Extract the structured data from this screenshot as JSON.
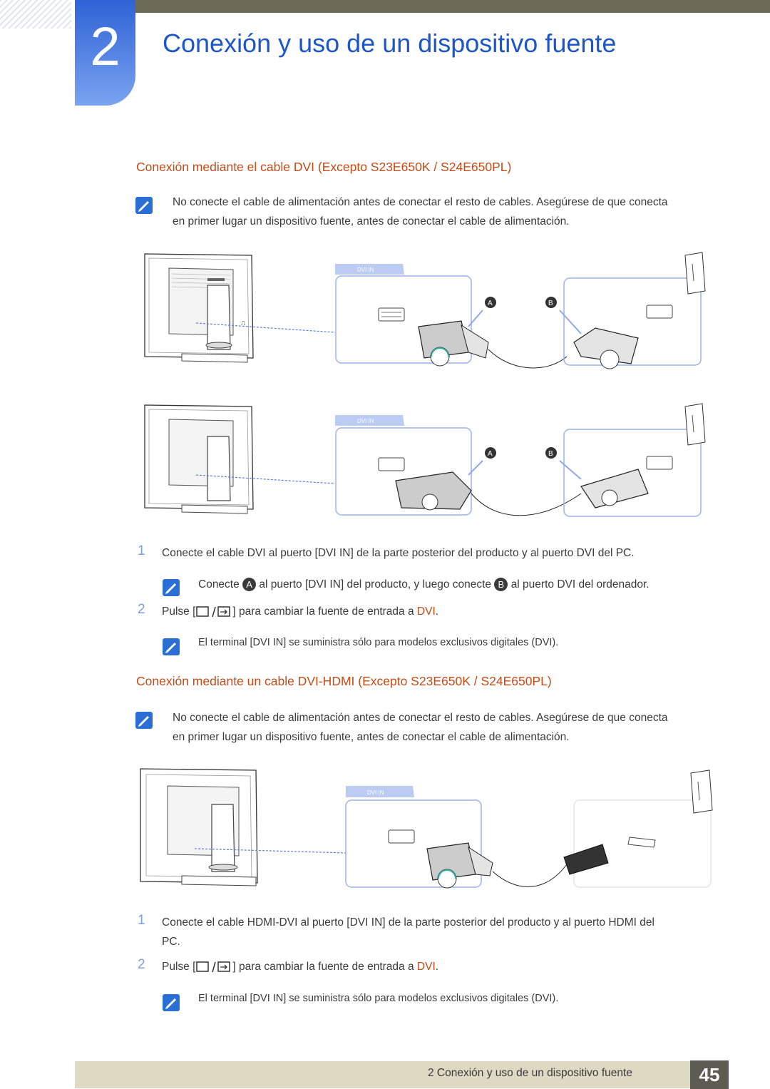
{
  "chapter": {
    "number": "2",
    "title": "Conexión y uso de un dispositivo fuente"
  },
  "section1": {
    "heading": "Conexión mediante el cable DVI (Excepto S23E650K / S24E650PL)",
    "note_line1": "No conecte el cable de alimentación antes de conectar el resto de cables. Asegúrese de que conecta",
    "note_line2": "en primer lugar un dispositivo fuente, antes de conectar el cable de alimentación.",
    "diagram": {
      "port_label": "DVI IN",
      "label_a": "A",
      "label_b": "B"
    },
    "step1_num": "1",
    "step1_text": "Conecte el cable DVI al puerto [DVI IN] de la parte posterior del producto y al puerto DVI del PC.",
    "step1_note_a": "Conecte",
    "step1_note_mid": "al puerto [DVI IN] del producto, y luego conecte",
    "step1_note_end": "al puerto DVI del ordenador.",
    "step2_num": "2",
    "step2_pre": "Pulse [",
    "step2_post": "] para cambiar la fuente de entrada a",
    "step2_hl": "DVI",
    "step2_dot": ".",
    "step2_note": "El terminal [DVI IN] se suministra sólo para modelos exclusivos digitales (DVI)."
  },
  "section2": {
    "heading": "Conexión mediante un cable DVI-HDMI (Excepto S23E650K / S24E650PL)",
    "note_line1": "No conecte el cable de alimentación antes de conectar el resto de cables. Asegúrese de que conecta",
    "note_line2": "en primer lugar un dispositivo fuente, antes de conectar el cable de alimentación.",
    "diagram": {
      "port_label": "DVI IN"
    },
    "step1_num": "1",
    "step1_line1": "Conecte el cable HDMI-DVI al puerto [DVI IN] de la parte posterior del producto y al puerto HDMI del",
    "step1_line2": "PC.",
    "step2_num": "2",
    "step2_pre": "Pulse [",
    "step2_post": "] para cambiar la fuente de entrada a",
    "step2_hl": "DVI",
    "step2_dot": ".",
    "step2_note": "El terminal [DVI IN] se suministra sólo para modelos exclusivos digitales (DVI)."
  },
  "footer": {
    "text": "2 Conexión y uso de un dispositivo fuente",
    "page": "45"
  },
  "colors": {
    "accent_blue": "#1c56c9",
    "heading_orange": "#c84a15",
    "diagram_blue": "#9bb2ee"
  }
}
